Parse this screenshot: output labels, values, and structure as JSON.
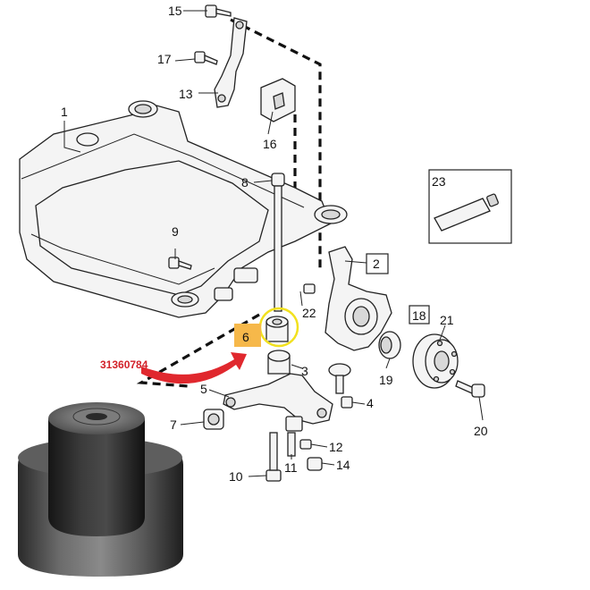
{
  "callouts": {
    "n1": "1",
    "n2": "2",
    "n3": "3",
    "n4": "4",
    "n5": "5",
    "n6": "6",
    "n7": "7",
    "n8": "8",
    "n9": "9",
    "n10": "10",
    "n11": "11",
    "n12": "12",
    "n13": "13",
    "n14": "14",
    "n15": "15",
    "n16": "16",
    "n17": "17",
    "n18": "18",
    "n19": "19",
    "n20": "20",
    "n21": "21",
    "n22": "22",
    "n23": "23"
  },
  "part_number": "31360784",
  "colors": {
    "highlight_box": "#f6b84a",
    "highlight_ring": "#f2e11e",
    "part_number_text": "#d2222a",
    "arrow": "#e0282e"
  }
}
